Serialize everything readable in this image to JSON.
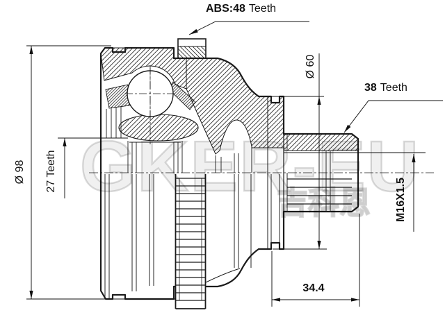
{
  "labels": {
    "abs_ring": {
      "value": "ABS:48",
      "word": "Teeth"
    },
    "spline_outer": {
      "value": "38",
      "word": "Teeth"
    },
    "diameter_outer": "Ø 98",
    "diameter_flange": "Ø 60",
    "spline_inner": "27 Teeth",
    "thread": "M16X1.5",
    "spline_length": "34.4"
  },
  "watermark": {
    "brand": "GKER-EU",
    "cjk": "吉科恩"
  },
  "colors": {
    "line": "#1b1b1b",
    "dim": "#111111",
    "watermark": "rgba(0,0,0,0.14)"
  }
}
